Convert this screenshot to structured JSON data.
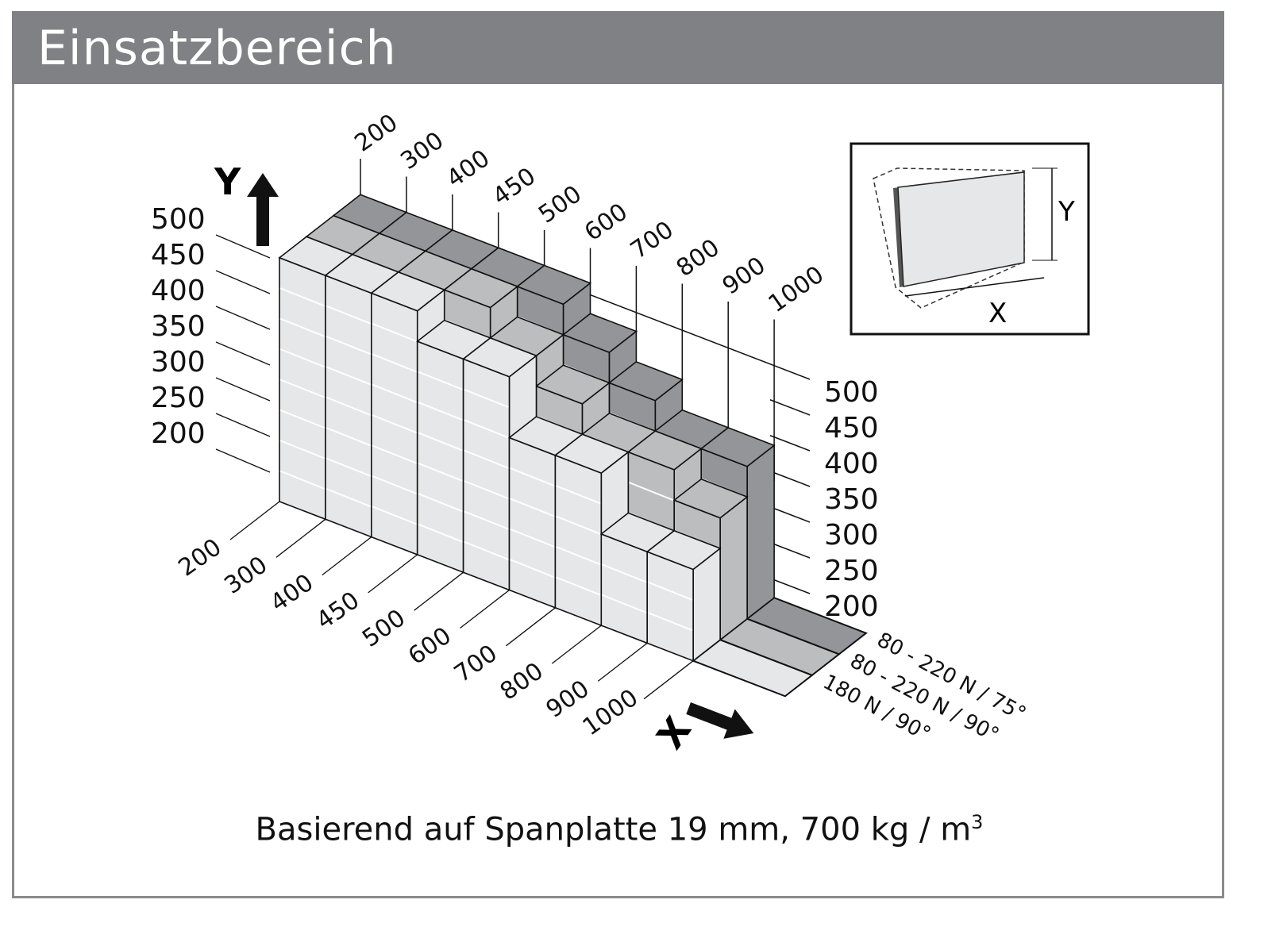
{
  "header": {
    "title": "Einsatzbereich"
  },
  "caption": {
    "text": "Basierend auf Spanplatte 19 mm, 700 kg / m",
    "superscript": "3"
  },
  "chart_data": {
    "type": "3d-bar",
    "title": "Einsatzbereich",
    "x_axis": {
      "label": "X",
      "ticks": [
        "200",
        "300",
        "400",
        "450",
        "500",
        "600",
        "700",
        "800",
        "900",
        "1000"
      ]
    },
    "y_axis": {
      "label": "Y",
      "ticks": [
        "500",
        "450",
        "400",
        "350",
        "300",
        "250",
        "200"
      ]
    },
    "series": [
      {
        "name": "180 N / 90°",
        "color": "#e6e7e8",
        "heights": [
          8,
          8,
          8,
          7,
          7,
          5,
          5,
          3,
          3
        ]
      },
      {
        "name": "80 - 220 N / 90°",
        "color": "#bcbdbf",
        "heights": [
          8,
          8,
          8,
          8,
          7,
          6,
          5,
          5,
          4
        ]
      },
      {
        "name": "80 - 220 N / 75°",
        "color": "#939598",
        "heights": [
          8,
          8,
          8,
          8,
          8,
          7,
          6,
          5,
          5
        ]
      }
    ],
    "legend_labels": [
      "80 - 220 N / 75°",
      "80 - 220 N / 90°",
      "180 N / 90°"
    ],
    "inset": {
      "x_label": "X",
      "y_label": "Y"
    }
  }
}
